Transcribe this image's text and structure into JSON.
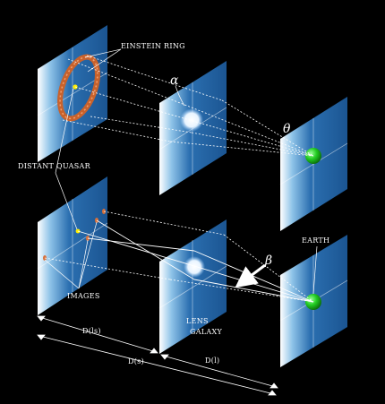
{
  "labels": {
    "einstein_ring": "EINSTEIN RING",
    "distant_quasar": "DISTANT QUASAR",
    "images": "IMAGES",
    "earth": "EARTH",
    "lens_line1": "LENS",
    "lens_line2": "GALAXY",
    "alpha": "α",
    "theta": "θ",
    "beta": "β",
    "d_ls": "D(ls)",
    "d_s": "D(s)",
    "d_l": "D(l)"
  },
  "colors": {
    "background": "#000000",
    "panel_blue": "#1f5f9f",
    "panel_glow": "#ffffff",
    "ring": "#c8622c",
    "earth": "#22cc22",
    "quasar": "#ffee00",
    "lines": "#ffffff"
  }
}
